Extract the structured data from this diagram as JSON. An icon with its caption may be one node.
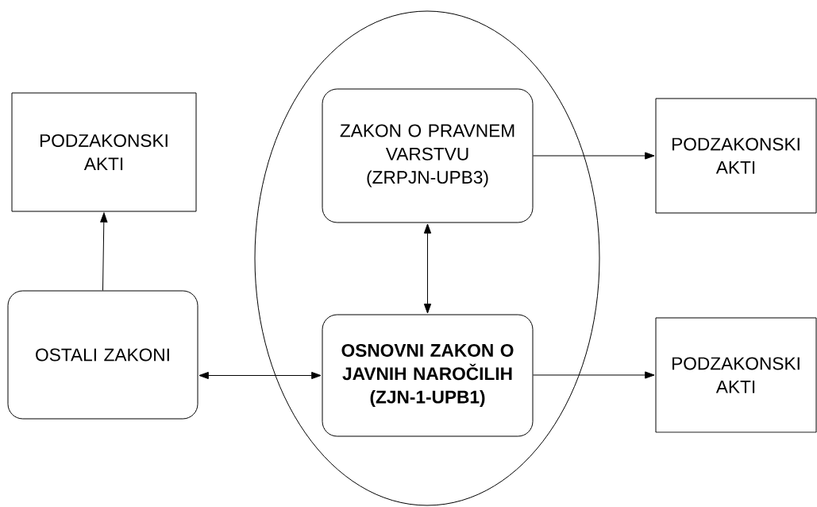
{
  "diagram": {
    "nodes": [
      {
        "text": [
          "PODZAKONSKI AKTI"
        ]
      },
      {
        "text": [],
        "shape": "circle"
      },
      {
        "text": [
          "ZAKON O PRAVNEM VARSTVU (ZRPJN-UPB3)"
        ],
        "in": 1
      },
      {
        "text": [
          "PODZAKONSKI AKTI"
        ]
      },
      {
        "text": [
          "OSTALI ZAKONI"
        ]
      },
      {
        "text": [
          "OSNOVNI ZAKON O JAVNIH NAROČILIH (ZJN-1-UPB1)"
        ],
        "in": 1
      },
      {
        "text": [
          "PODZAKONSKI AKTI"
        ]
      }
    ],
    "edges": [
      {
        "from": 4,
        "to": 0,
        "arrow": "to"
      },
      {
        "from": 2,
        "to": 3,
        "arrow": "to"
      },
      {
        "from": 2,
        "to": 5,
        "arrow": "both"
      },
      {
        "from": 4,
        "to": 5,
        "arrow": "both"
      },
      {
        "from": 5,
        "to": 6,
        "arrow": "to"
      }
    ]
  }
}
